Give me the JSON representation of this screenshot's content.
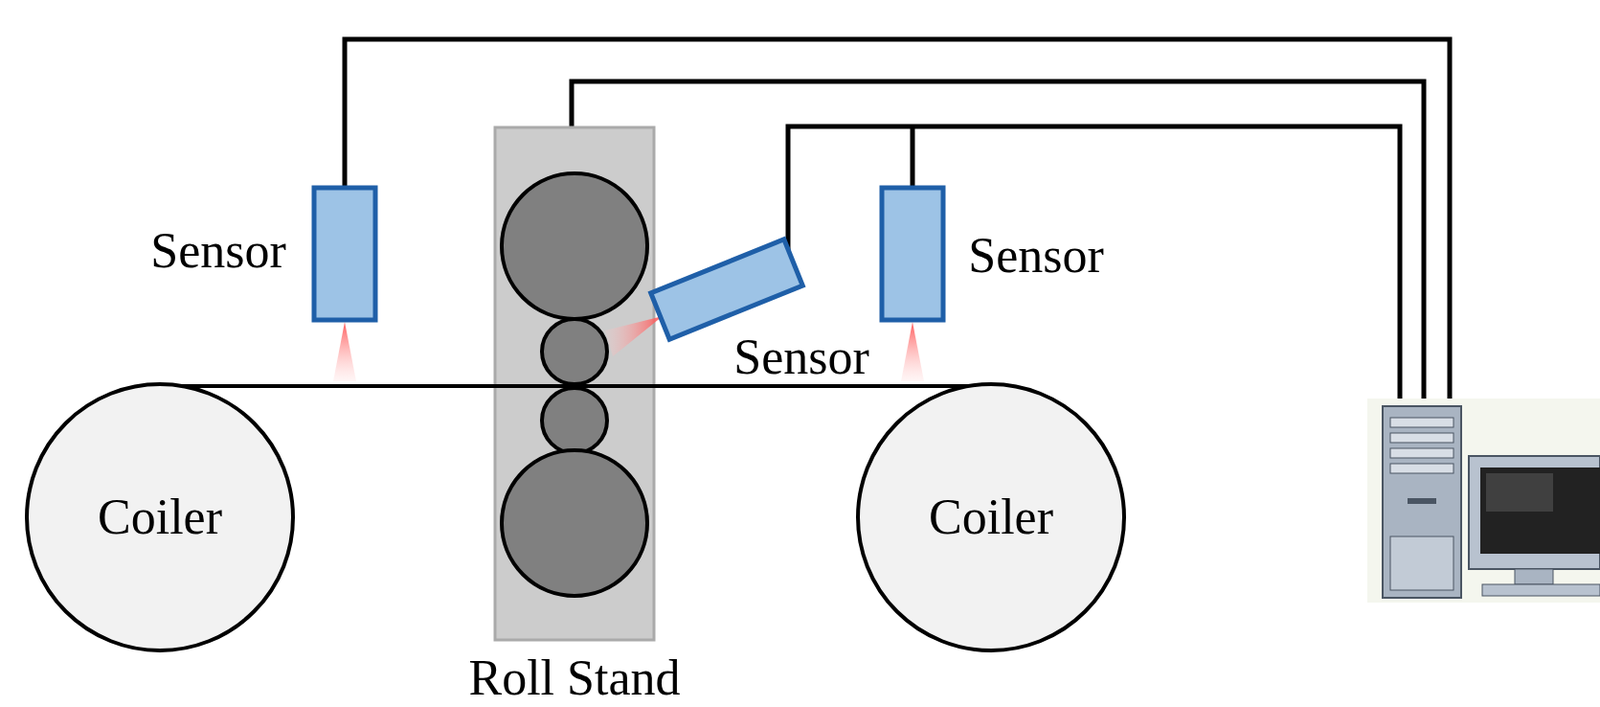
{
  "diagram": {
    "nodes": [
      {
        "text": [
          "Coiler"
        ]
      },
      {
        "text": [
          "Roll Stand"
        ]
      },
      {
        "text": [
          "Coiler"
        ]
      }
    ],
    "labels": [
      "Sensor",
      "Sensor",
      "Sensor"
    ]
  }
}
